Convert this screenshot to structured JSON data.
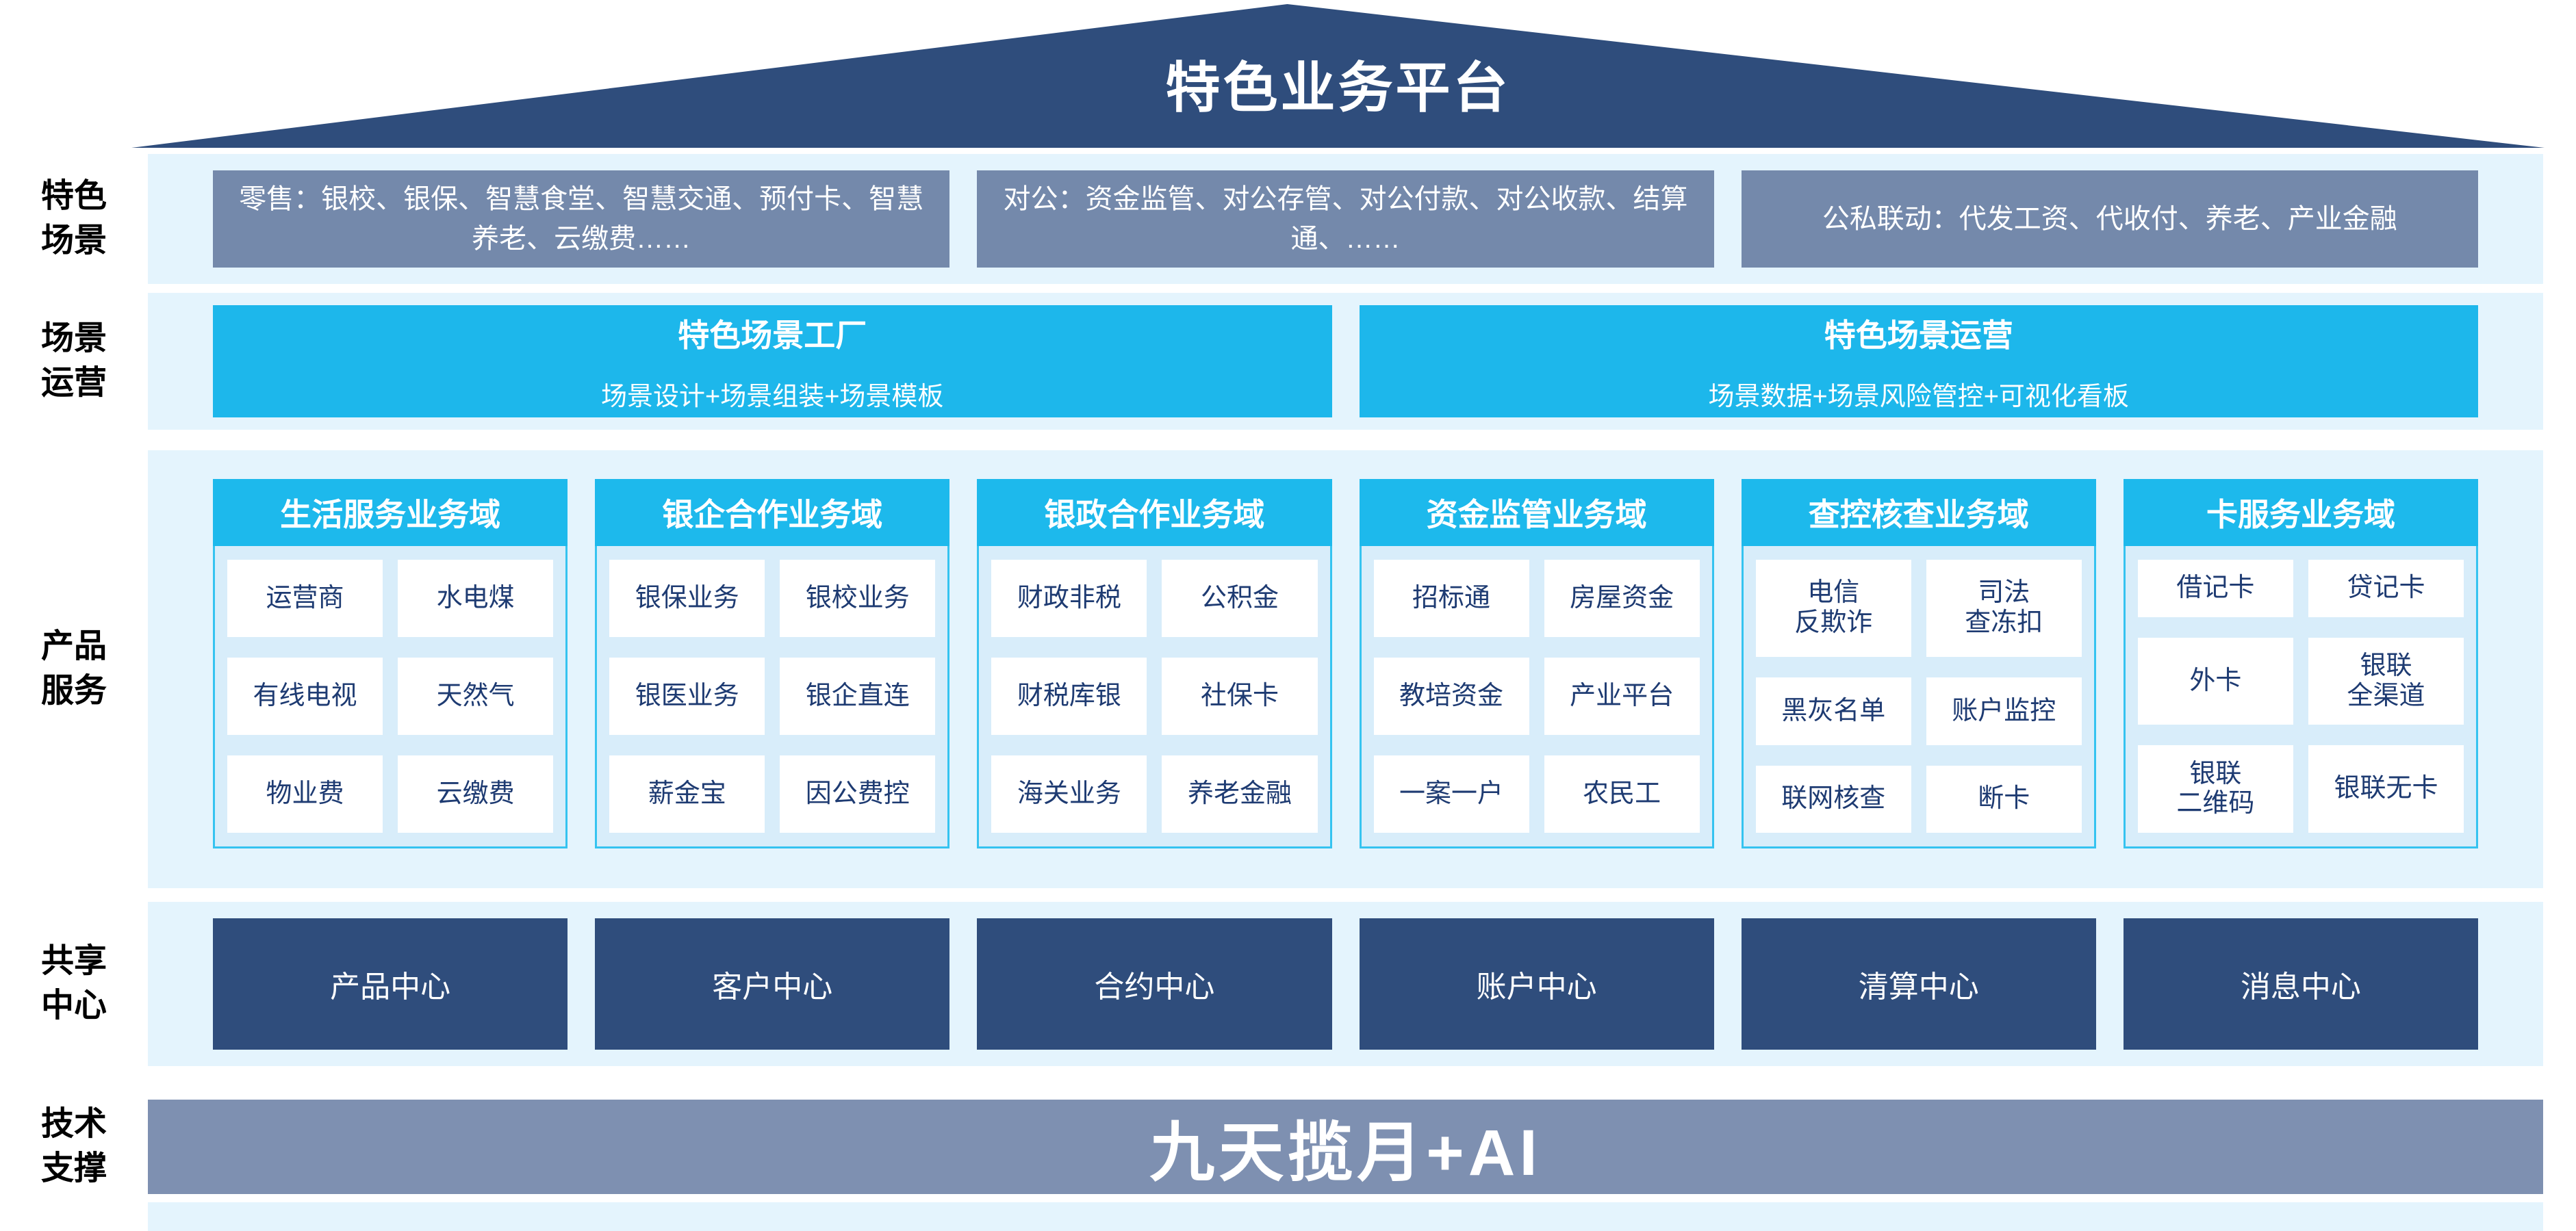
{
  "title": "特色业务平台",
  "colors": {
    "roof_navy": "#2f4d7c",
    "band_background": "#e4f4fd",
    "scene_box_slate": "#7489ab",
    "operation_box_cyan": "#1db7eb",
    "domain_header_cyan": "#1db9ec",
    "domain_border_cyan": "#35c3f0",
    "domain_body_blue": "#d8edfa",
    "chip_background": "#ffffff",
    "chip_text_navy": "#1e3b72",
    "center_box_navy": "#2f4d7c",
    "tech_bar_slate": "#7e90b1"
  },
  "side_labels": {
    "scene": "特色\n场景",
    "operation": "场景\n运营",
    "product": "产品\n服务",
    "share": "共享\n中心",
    "tech": "技术\n支撑"
  },
  "scene_row": {
    "boxes": [
      "零售：银校、银保、智慧食堂、智慧交通、预付卡、智慧养老、云缴费……",
      "对公：资金监管、对公存管、对公付款、对公收款、结算通、……",
      "公私联动：代发工资、代收付、养老、产业金融"
    ]
  },
  "operation_row": {
    "boxes": [
      {
        "title": "特色场景工厂",
        "subtitle": "场景设计+场景组装+场景模板"
      },
      {
        "title": "特色场景运营",
        "subtitle": "场景数据+场景风险管控+可视化看板"
      }
    ]
  },
  "product_row": {
    "domains": [
      {
        "title": "生活服务业务域",
        "items": [
          "运营商",
          "水电煤",
          "有线电视",
          "天然气",
          "物业费",
          "云缴费"
        ]
      },
      {
        "title": "银企合作业务域",
        "items": [
          "银保业务",
          "银校业务",
          "银医业务",
          "银企直连",
          "薪金宝",
          "因公费控"
        ]
      },
      {
        "title": "银政合作业务域",
        "items": [
          "财政非税",
          "公积金",
          "财税库银",
          "社保卡",
          "海关业务",
          "养老金融"
        ]
      },
      {
        "title": "资金监管业务域",
        "items": [
          "招标通",
          "房屋资金",
          "教培资金",
          "产业平台",
          "一案一户",
          "农民工"
        ]
      },
      {
        "title": "查控核查业务域",
        "items": [
          "电信\n反欺诈",
          "司法\n查冻扣",
          "黑灰名单",
          "账户监控",
          "联网核查",
          "断卡"
        ]
      },
      {
        "title": "卡服务业务域",
        "items": [
          "借记卡",
          "贷记卡",
          "外卡",
          "银联\n全渠道",
          "银联\n二维码",
          "银联无卡"
        ]
      }
    ]
  },
  "share_row": {
    "centers": [
      "产品中心",
      "客户中心",
      "合约中心",
      "账户中心",
      "清算中心",
      "消息中心"
    ]
  },
  "tech_row": {
    "bar": "九天揽月+AI"
  }
}
